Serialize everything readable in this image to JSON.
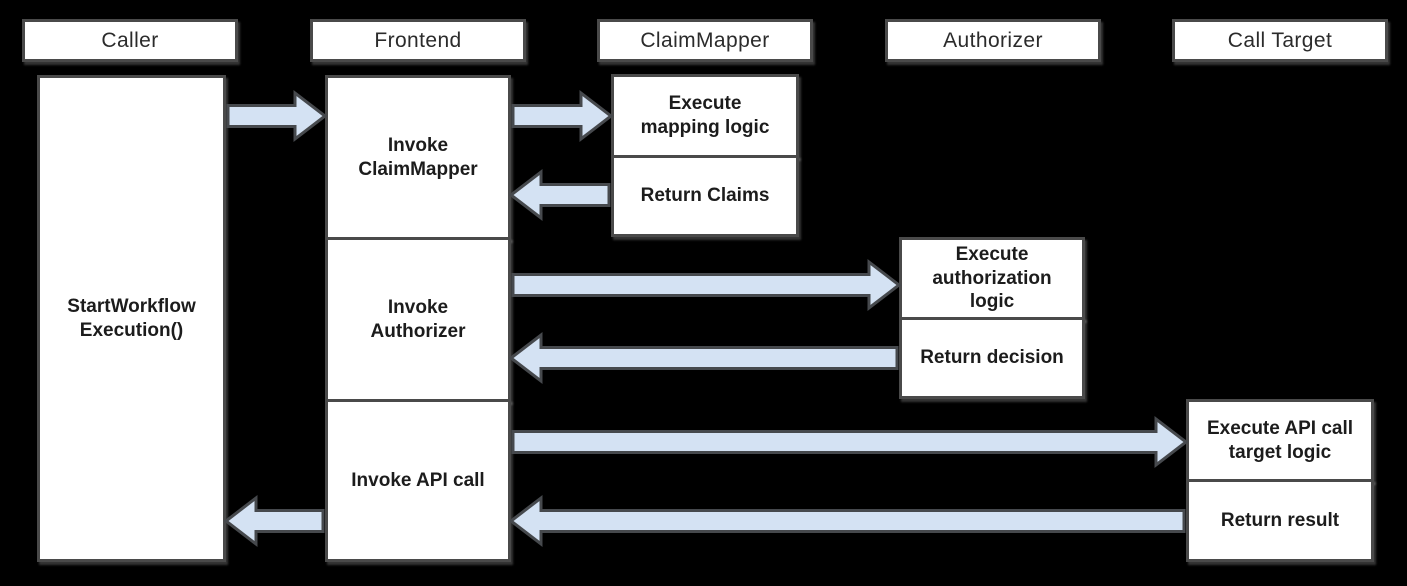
{
  "colors": {
    "background": "#000000",
    "box_fill": "#ffffff",
    "box_border": "#4a4a4a",
    "arrow_fill": "#d4e2f3",
    "arrow_border": "#46494d",
    "header_text": "#2b2b2b",
    "body_text": "#1c1c1c"
  },
  "lanes": [
    {
      "label": "Caller"
    },
    {
      "label": "Frontend"
    },
    {
      "label": "ClaimMapper"
    },
    {
      "label": "Authorizer"
    },
    {
      "label": "Call Target"
    }
  ],
  "caller": {
    "activation": [
      "StartWorkflow",
      "Execution()"
    ]
  },
  "frontend": {
    "steps": [
      [
        "Invoke",
        "ClaimMapper"
      ],
      [
        "Invoke",
        "Authorizer"
      ],
      [
        "Invoke API call"
      ]
    ]
  },
  "claimmapper": {
    "steps": [
      [
        "Execute",
        "mapping logic"
      ],
      [
        "Return Claims"
      ]
    ]
  },
  "authorizer": {
    "steps": [
      [
        "Execute",
        "authorization",
        "logic"
      ],
      [
        "Return decision"
      ]
    ]
  },
  "calltarget": {
    "steps": [
      [
        "Execute API call",
        "target logic"
      ],
      [
        "Return result"
      ]
    ]
  },
  "messages": [
    {
      "from": "Caller",
      "to": "Frontend"
    },
    {
      "from": "Frontend",
      "to": "ClaimMapper"
    },
    {
      "from": "ClaimMapper",
      "to": "Frontend"
    },
    {
      "from": "Frontend",
      "to": "Authorizer"
    },
    {
      "from": "Authorizer",
      "to": "Frontend"
    },
    {
      "from": "Frontend",
      "to": "Call Target"
    },
    {
      "from": "Call Target",
      "to": "Frontend"
    },
    {
      "from": "Frontend",
      "to": "Caller"
    }
  ]
}
